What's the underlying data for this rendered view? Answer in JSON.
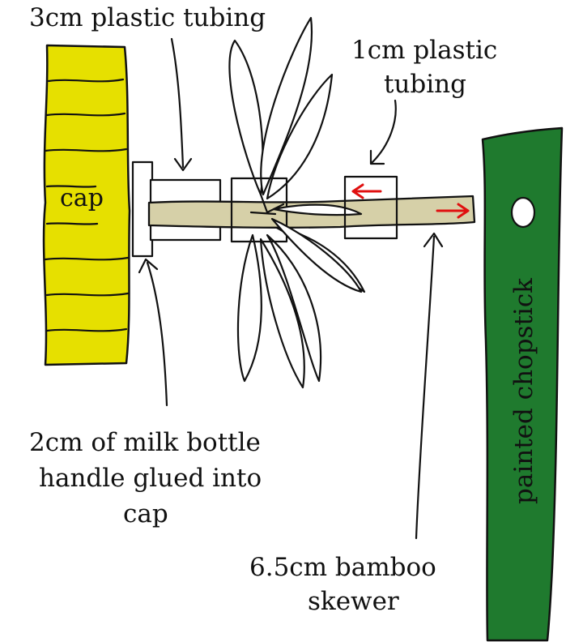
{
  "labels": {
    "tube_long": "3cm plastic tubing",
    "tube_short_1": "1cm plastic",
    "tube_short_2": "tubing",
    "cap": "cap",
    "handle_1": "2cm of milk bottle",
    "handle_2": "handle glued into",
    "handle_3": "cap",
    "skewer_1": "6.5cm bamboo",
    "skewer_2": "skewer",
    "chopstick": "painted chopstick"
  },
  "colors": {
    "cap": "#e6e000",
    "skewer": "#d6d0a8",
    "chopstick": "#1f7a2e",
    "arrow_red": "#e01010",
    "ink": "#111111"
  }
}
